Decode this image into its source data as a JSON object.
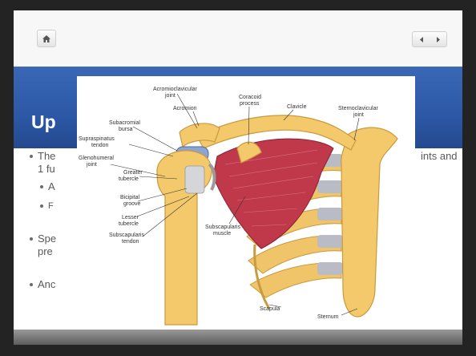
{
  "slide": {
    "title": "Up",
    "bullets": [
      {
        "line1_left": "The",
        "line1_right": "ints and",
        "line2": "1 fu"
      },
      {
        "sub1": "A",
        "sub2": "F"
      },
      {
        "line1": "Spe",
        "line2": "pre"
      },
      {
        "line1": "Anc"
      }
    ]
  },
  "nav": {
    "home_icon": "home-icon",
    "prev_icon": "prev-arrow-icon",
    "next_icon": "next-arrow-icon"
  },
  "colors": {
    "banner": "#2c58a6",
    "bone": "#f3c96b",
    "muscle": "#c0394b",
    "cartilage": "#b9bcc4"
  },
  "figure": {
    "labels": {
      "acromioclavicular_joint": [
        "Acromioclavicular",
        "joint"
      ],
      "acromion": "Acromion",
      "coracoid_process": [
        "Coracoid",
        "process"
      ],
      "clavicle": "Clavicle",
      "sternoclavicular_joint": [
        "Sternoclavicular",
        "joint"
      ],
      "subacromial_bursa": [
        "Subacromial",
        "bursa"
      ],
      "supraspinatus_tendon": [
        "Supraspinatus",
        "tendon"
      ],
      "glenohumeral_joint": [
        "Glenohumeral",
        "joint"
      ],
      "greater_tubercle": [
        "Greater",
        "tubercle"
      ],
      "bicipital_groove": [
        "Bicipital",
        "groove"
      ],
      "lesser_tubercle": [
        "Lesser",
        "tubercle"
      ],
      "subscapularis_tendon": [
        "Subscapularis",
        "tendon"
      ],
      "subscapularis_muscle": [
        "Subscapularis",
        "muscle"
      ],
      "scapula": "Scapula",
      "sternum": "Sternum"
    }
  }
}
